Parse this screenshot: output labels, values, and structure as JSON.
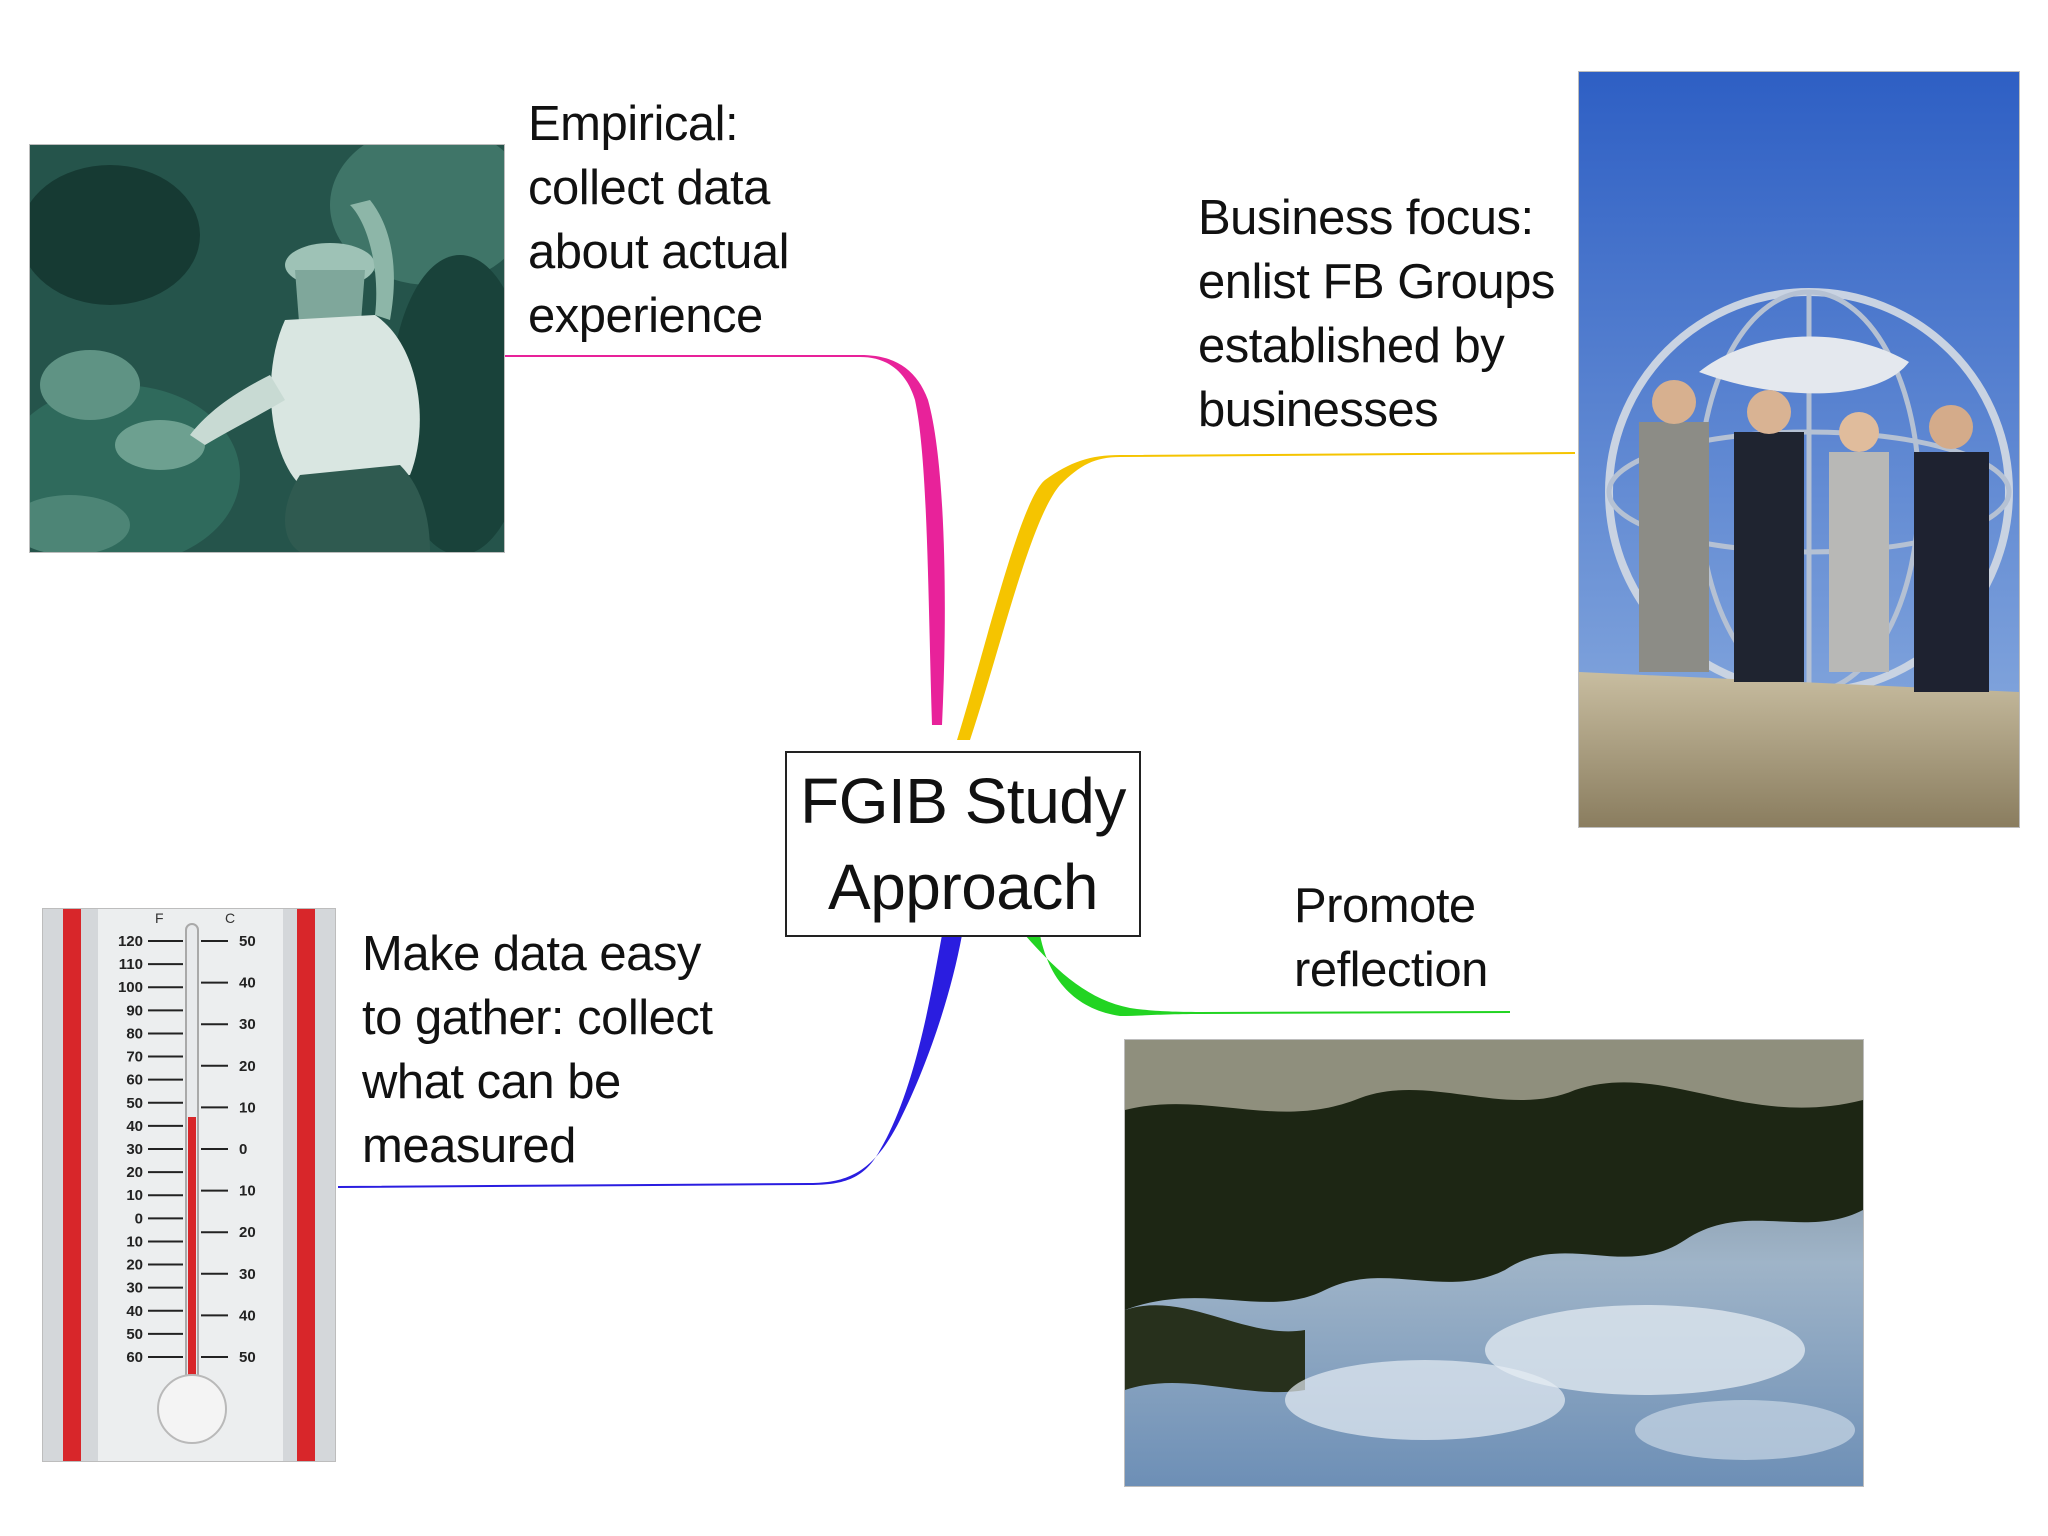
{
  "central": {
    "lines": [
      "FGIB Study",
      "Approach"
    ]
  },
  "branches": {
    "empirical": {
      "lines": [
        "Empirical:",
        "collect data",
        "about actual",
        "experience"
      ],
      "color": "#e8229a",
      "icon": "field-researcher-photo"
    },
    "business": {
      "lines": [
        "Business focus:",
        "enlist FB Groups",
        "established by",
        "businesses"
      ],
      "color": "#f5c400",
      "icon": "business-people-globe-photo"
    },
    "measure": {
      "lines": [
        "Make data easy",
        "to gather: collect",
        "what can be",
        "measured"
      ],
      "color": "#2a1de0",
      "icon": "thermometer-photo"
    },
    "reflection": {
      "lines": [
        "Promote",
        "reflection"
      ],
      "color": "#22d422",
      "icon": "water-reflection-photo"
    }
  },
  "thermometer": {
    "fahrenheit_label": "F",
    "celsius_label": "C",
    "fahrenheit_scale": [
      "120",
      "110",
      "100",
      "90",
      "80",
      "70",
      "60",
      "50",
      "40",
      "30",
      "20",
      "10",
      "0",
      "10",
      "20",
      "30",
      "40",
      "50",
      "60"
    ],
    "celsius_scale": [
      "50",
      "40",
      "30",
      "20",
      "10",
      "0",
      "10",
      "20",
      "30",
      "40",
      "50"
    ]
  }
}
